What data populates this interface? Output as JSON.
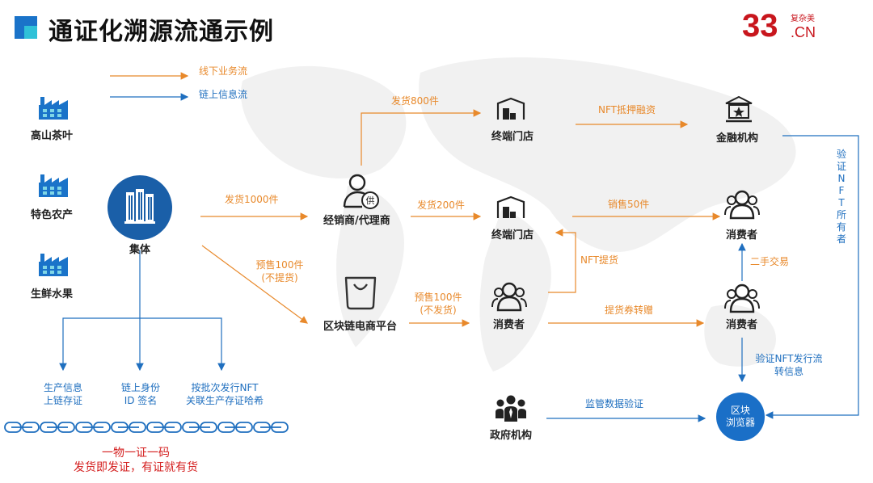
{
  "header": {
    "title": "通证化溯源流通示例",
    "brand_number": "33",
    "brand_dot": ".",
    "brand_suffix": "CN",
    "brand_tagline": "复杂美",
    "logo_color": "#1a73c9",
    "accent_color": "#c8161d"
  },
  "legend": {
    "offline_flow": "线下业务流",
    "onchain_flow": "链上信息流",
    "offline_color": "#e8892b",
    "onchain_color": "#1f6fbf"
  },
  "sources": {
    "tea": "高山茶叶",
    "specialty": "特色农产",
    "fruit": "生鲜水果"
  },
  "nodes": {
    "collective": "集体",
    "distributor": "经销商/代理商",
    "ecommerce": "区块链电商平台",
    "store_top": "终端门店",
    "store_mid": "终端门店",
    "finance": "金融机构",
    "consumer_right": "消费者",
    "consumer_mid": "消费者",
    "consumer_low": "消费者",
    "government": "政府机构",
    "explorer_line1": "区块",
    "explorer_line2": "浏览器",
    "distributor_badge": "供"
  },
  "flows": {
    "ship_1000": "发货1000件",
    "ship_800": "发货800件",
    "ship_200": "发货200件",
    "nft_pledge": "NFT抵押融资",
    "sales_50": "销售50件",
    "presale_1": "预售100件",
    "presale_2": "(不提货)",
    "presale_b1": "预售100件",
    "presale_b2": "(不发货)",
    "nft_pickup": "NFT提货",
    "voucher_transfer": "提货券转赠",
    "second_hand": "二手交易",
    "verify_owner": [
      "验",
      "证",
      "N",
      "F",
      "T",
      "所",
      "有",
      "者"
    ],
    "verify_flow_1": "验证NFT发行流",
    "verify_flow_2": "转信息",
    "supervision": "监管数据验证"
  },
  "chain": {
    "info_1a": "生产信息",
    "info_1b": "上链存证",
    "info_2a": "链上身份",
    "info_2b": "ID 签名",
    "info_3a": "按批次发行NFT",
    "info_3b": "关联生产存证哈希"
  },
  "footer": {
    "line1": "一物一证一码",
    "line2": "发货即发证，有证就有货"
  }
}
